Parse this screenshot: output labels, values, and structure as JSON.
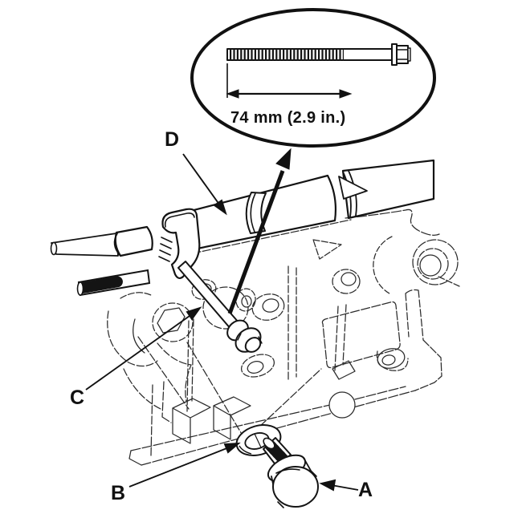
{
  "figure": {
    "kind": "technical-illustration",
    "background_color": "#ffffff",
    "ink_color": "#1a1a1a"
  },
  "callout": {
    "shape": "magnifier-ellipse",
    "depicts": "flange-bolt-full-length",
    "dimension_text": "74 mm (2.9 in.)"
  },
  "parts": [
    {
      "label": "A",
      "name": "hex-flange-bolt"
    },
    {
      "label": "B",
      "name": "washer"
    },
    {
      "label": "C",
      "name": "long-mount-bolt"
    },
    {
      "label": "D",
      "name": "rocker-shaft-tube"
    }
  ]
}
